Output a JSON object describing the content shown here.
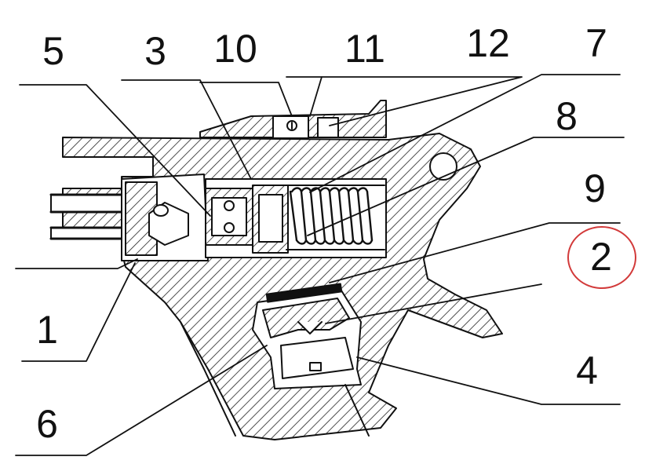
{
  "labels": {
    "n1": "1",
    "n2": "2",
    "n3": "3",
    "n4": "4",
    "n5": "5",
    "n6": "6",
    "n7": "7",
    "n8": "8",
    "n9": "9",
    "n10": "10",
    "n11": "11",
    "n12": "12"
  },
  "colors": {
    "ink": "#111111",
    "highlight": "#d23a3a",
    "background": "#ffffff"
  }
}
